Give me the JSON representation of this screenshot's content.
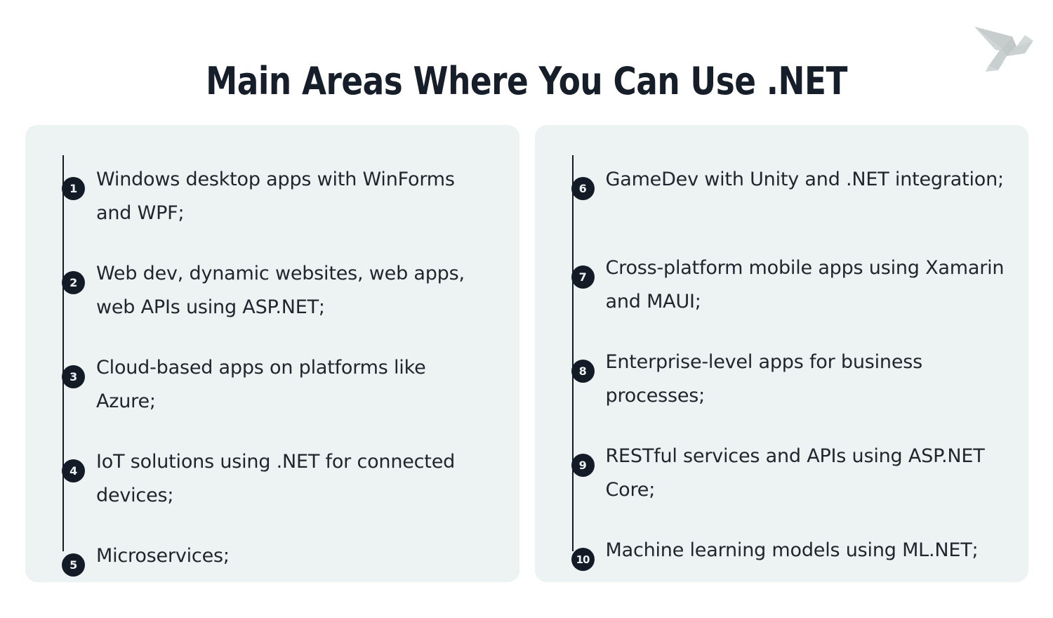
{
  "header": {
    "title": "Main Areas Where You Can Use .NET",
    "logo_icon": "origami-bird-logo",
    "title_color": "#161e2a"
  },
  "theme": {
    "page_background": "#ffffff",
    "panel_background": "#edf2f2",
    "badge_background": "#131b26",
    "badge_text_color": "#eef2f5",
    "body_text_color": "#20262e",
    "connector_color": "#131b26"
  },
  "panels": [
    {
      "name": "left-panel",
      "items": [
        {
          "number": "1",
          "text": "Windows desktop apps with WinForms and WPF;"
        },
        {
          "number": "2",
          "text": "Web dev, dynamic websites, web apps, web APIs using ASP.NET;"
        },
        {
          "number": "3",
          "text": "Cloud-based apps on platforms like Azure;"
        },
        {
          "number": "4",
          "text": "IoT solutions using .NET for connected devices;"
        },
        {
          "number": "5",
          "text": "Microservices;"
        }
      ]
    },
    {
      "name": "right-panel",
      "items": [
        {
          "number": "6",
          "text": "GameDev with Unity and .NET integration;"
        },
        {
          "number": "7",
          "text": "Cross-platform mobile apps using Xamarin and MAUI;"
        },
        {
          "number": "8",
          "text": "Enterprise-level apps for business processes;"
        },
        {
          "number": "9",
          "text": "RESTful services and APIs using ASP.NET Core;"
        },
        {
          "number": "10",
          "text": "Machine learning models using ML.NET;"
        }
      ]
    }
  ]
}
